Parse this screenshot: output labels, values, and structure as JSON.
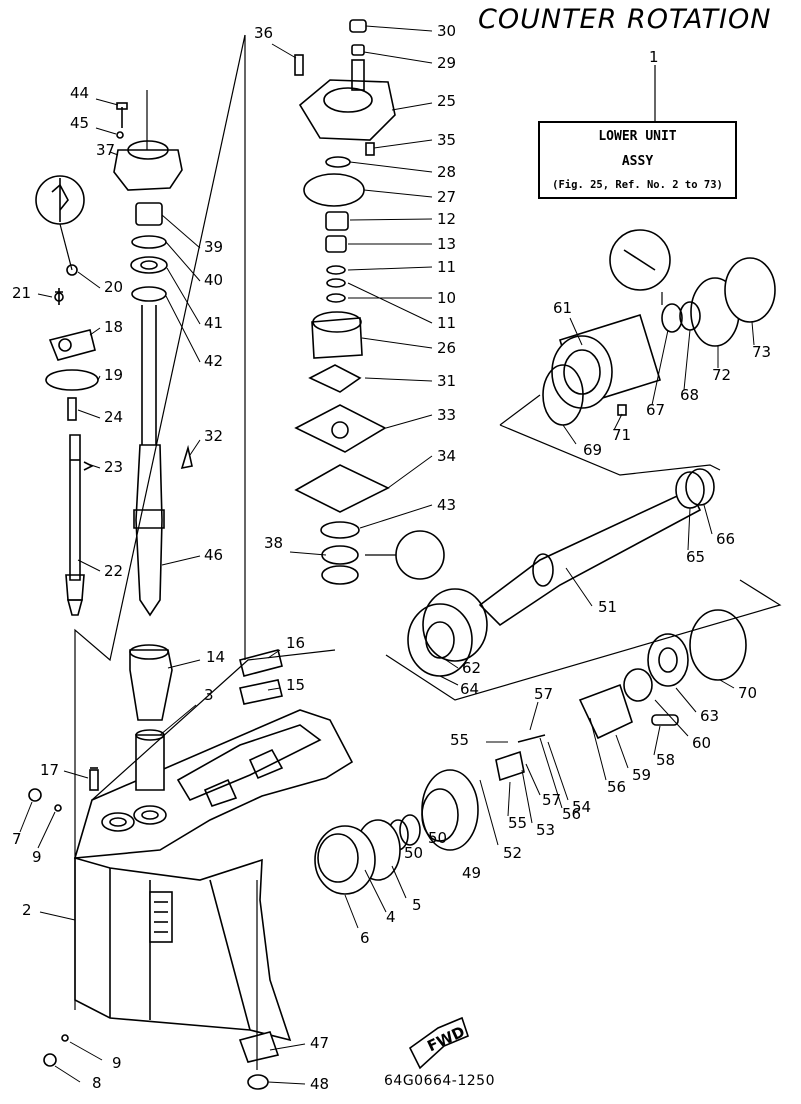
{
  "title": "COUNTER ROTATION",
  "info_box": {
    "line1": "LOWER UNIT",
    "line2": "ASSY",
    "line3": "(Fig. 25, Ref. No. 2 to 73)"
  },
  "drawing_code": "64G0664-1250",
  "fwd_label": "FWD",
  "callouts": [
    "1",
    "2",
    "3",
    "4",
    "5",
    "6",
    "7",
    "8",
    "9",
    "9",
    "10",
    "11",
    "11",
    "12",
    "13",
    "14",
    "15",
    "16",
    "17",
    "18",
    "19",
    "20",
    "21",
    "22",
    "23",
    "24",
    "25",
    "26",
    "27",
    "28",
    "29",
    "30",
    "31",
    "32",
    "33",
    "34",
    "35",
    "36",
    "37",
    "38",
    "39",
    "40",
    "41",
    "42",
    "43",
    "44",
    "45",
    "46",
    "47",
    "48",
    "49",
    "50",
    "50",
    "51",
    "52",
    "53",
    "54",
    "55",
    "55",
    "56",
    "56",
    "57",
    "57",
    "58",
    "59",
    "60",
    "61",
    "62",
    "63",
    "64",
    "65",
    "66",
    "67",
    "68",
    "69",
    "70",
    "71",
    "72",
    "73"
  ]
}
